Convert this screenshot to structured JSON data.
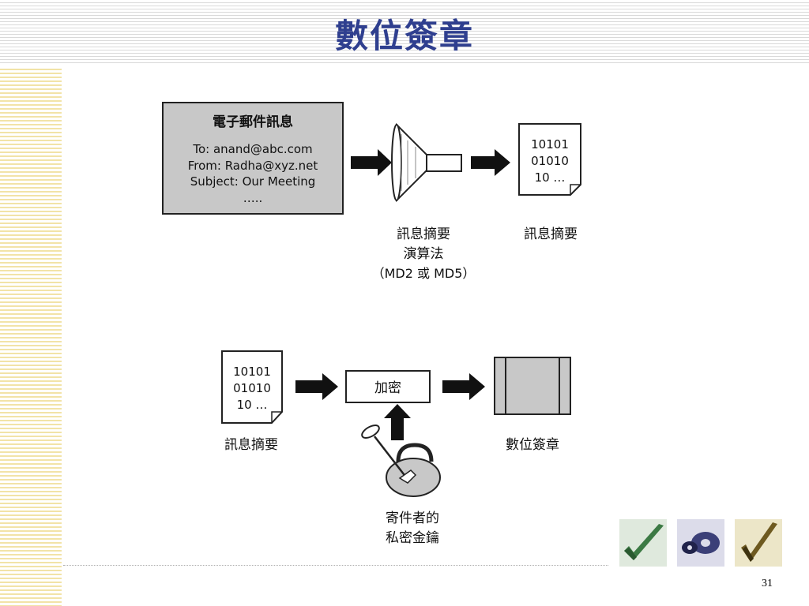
{
  "slide": {
    "title": "數位簽章",
    "page_number": "31"
  },
  "diagram": {
    "email_box": {
      "heading": "電子郵件訊息",
      "to": "To: anand@abc.com",
      "from": "From: Radha@xyz.net",
      "subject": "Subject: Our Meeting",
      "dots": "….."
    },
    "hash_algorithm": {
      "line1": "訊息摘要",
      "line2": "演算法",
      "line3": "（MD2 或  MD5）"
    },
    "digest_doc": {
      "line1": "10101",
      "line2": "01010",
      "line3": "10 …"
    },
    "digest_label": "訊息摘要",
    "encrypt_box": "加密",
    "private_key": {
      "line1": "寄件者的",
      "line2": "私密金鑰"
    },
    "signature_label": "數位簽章"
  },
  "colors": {
    "title": "#2f3f8f",
    "box_fill": "#c8c8c8",
    "stripe_top": "#d9d9d9",
    "stripe_left": "#f2e3a7"
  }
}
